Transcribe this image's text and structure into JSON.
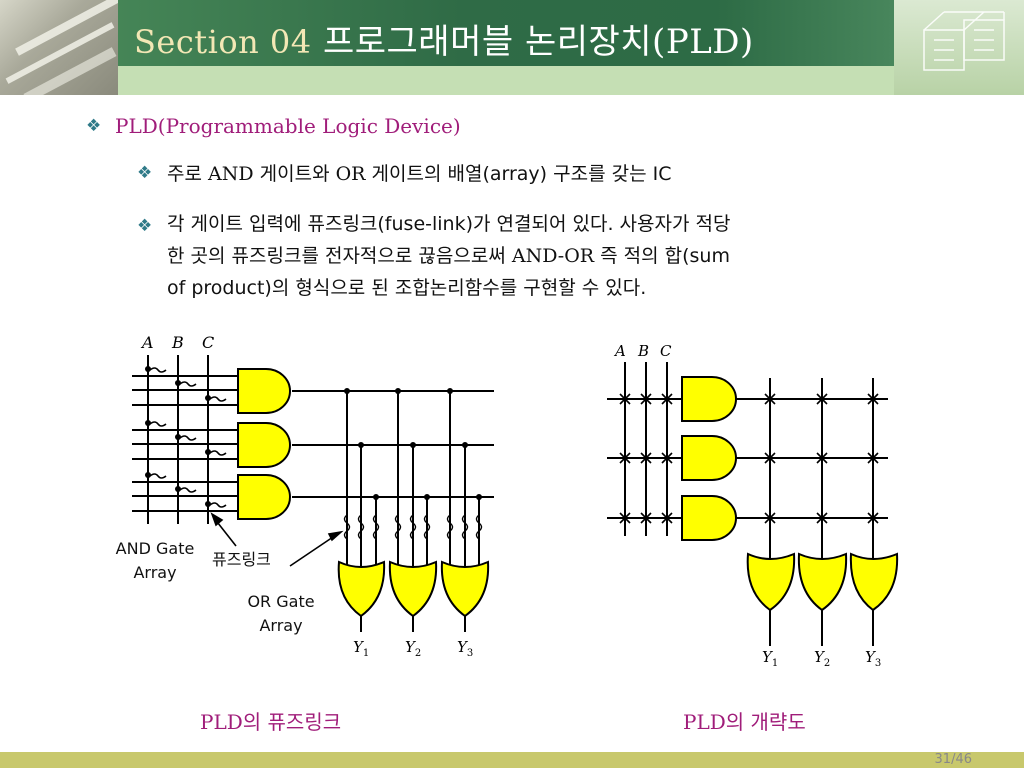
{
  "header": {
    "section": "Section 04",
    "title": "프로그래머블 논리장치(PLD)"
  },
  "main": {
    "heading": "PLD(Programmable Logic Device)",
    "item1": {
      "pre": "주로 ",
      "and": "AND",
      "mid": " 게이트와 ",
      "or": "OR",
      "post": " 게이트의 배열(array) 구조를 갖는 IC"
    },
    "item2": {
      "line1": "각 게이트 입력에 퓨즈링크(fuse-link)가 연결되어 있다. 사용자가 적당",
      "line2_pre": "한 곳의 퓨즈링크를 전자적으로 끊음으로써 ",
      "line2_andor": "AND-OR",
      "line2_post": " 즉 적의 합(sum",
      "line3": "of product)의 형식으로 된 조합논리함수를 구현할 수 있다."
    }
  },
  "diagram_left": {
    "inputs": [
      "A",
      "B",
      "C"
    ],
    "outputs": [
      "Y",
      "Y",
      "Y"
    ],
    "output_subs": [
      "1",
      "2",
      "3"
    ],
    "and_label_1": "AND Gate",
    "and_label_2": "Array",
    "fuse_label": "퓨즈링크",
    "or_label_1": "OR Gate",
    "or_label_2": "Array",
    "caption": "PLD의 퓨즈링크"
  },
  "diagram_right": {
    "inputs": [
      "A",
      "B",
      "C"
    ],
    "outputs": [
      "Y",
      "Y",
      "Y"
    ],
    "output_subs": [
      "1",
      "2",
      "3"
    ],
    "caption": "PLD의 개략도"
  },
  "footer": {
    "page": "31/46"
  },
  "colors": {
    "gate_fill": "#ffff00",
    "heading": "#a01d7a",
    "header_green": "#2f6b46"
  }
}
